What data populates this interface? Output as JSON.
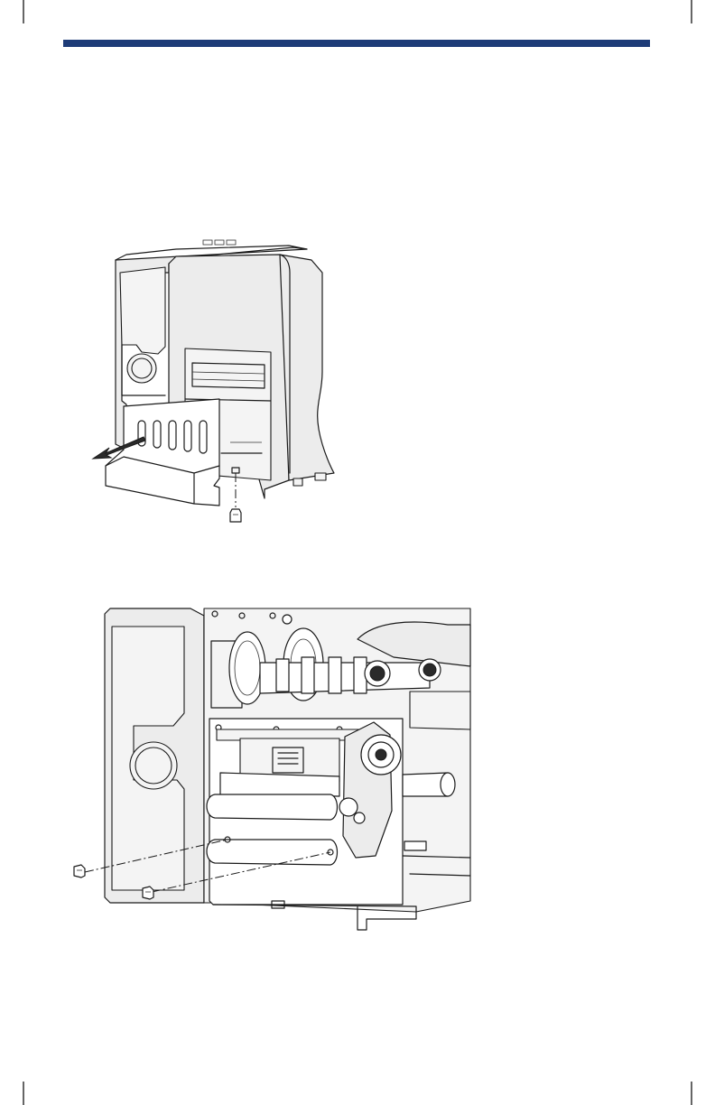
{
  "page": {
    "header_rule_color": "#1e3c78",
    "figures": [
      {
        "id": "figure-1",
        "description_icon": "printer-front-cover-removal-illustration"
      },
      {
        "id": "figure-2",
        "description_icon": "printer-open-side-screws-illustration"
      }
    ]
  }
}
